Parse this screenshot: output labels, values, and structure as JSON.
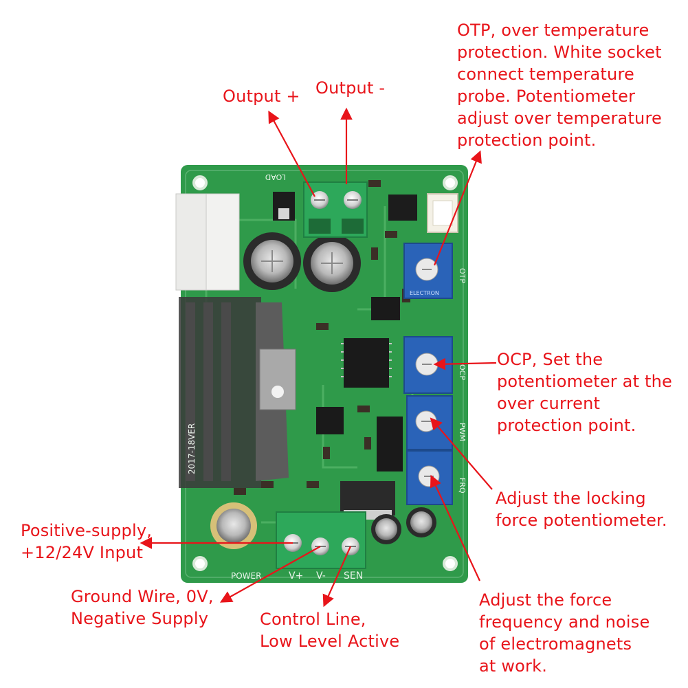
{
  "colors": {
    "annotation": "#e8141a",
    "pcb": "#2f9a4a",
    "terminal": "#2da85a",
    "potentiometer": "#2a63b8",
    "capacitor": "#2a2a2a",
    "background": "#ffffff"
  },
  "annotations": {
    "output_plus": "Output +",
    "output_minus": "Output -",
    "otp": "OTP, over temperature\nprotection. White socket\nconnect temperature\nprobe. Potentiometer\nadjust over temperature\nprotection point.",
    "ocp": "OCP, Set the\npotentiometer at the\nover current\nprotection point.",
    "locking_force": "Adjust the locking\nforce potentiometer.",
    "force_frequency": "Adjust the force\nfrequency and noise\nof electromagnets\nat work.",
    "positive_supply": "Positive-supply,\n+12/24V Input",
    "ground_wire": "Ground Wire, 0V,\nNegative Supply",
    "control_line": "Control Line,\nLow Level Active"
  },
  "board": {
    "silkscreen_load": "LOAD",
    "silkscreen_power": "POWER",
    "terminal_labels": [
      "V+",
      "V-",
      "SEN"
    ],
    "pot_marking": "ELECTRON",
    "side_text": "2017-18VER",
    "otp_text": "OTP",
    "ocp_text": "OCP",
    "pwm_text": "PWM",
    "frq_text": "FRQ"
  }
}
